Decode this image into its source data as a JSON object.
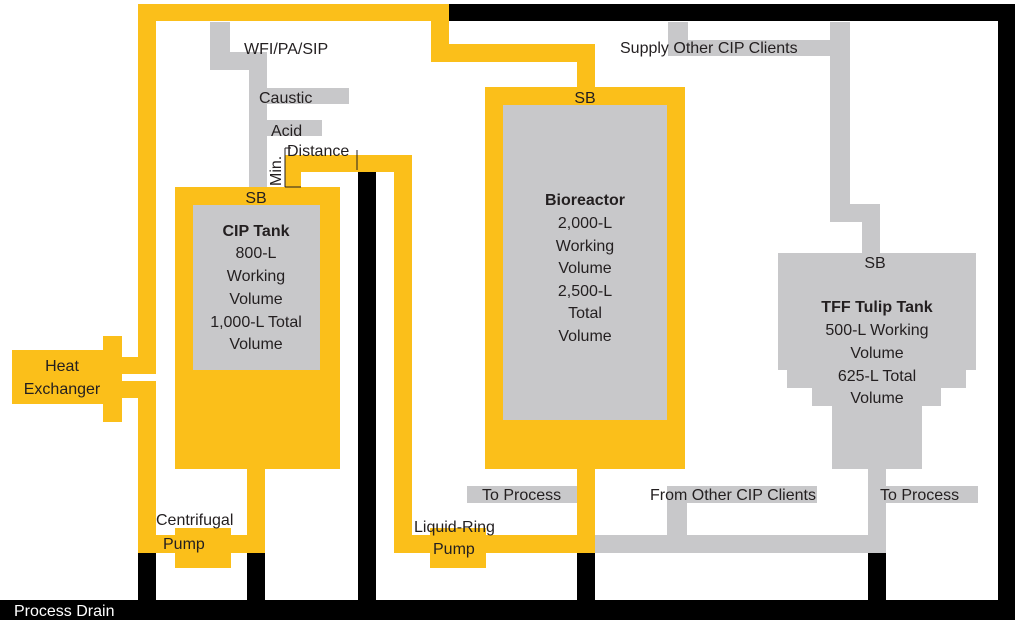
{
  "colors": {
    "process_line": "#fbbf1a",
    "drain_line": "#000000",
    "utility_line": "#c8c8ca",
    "vessel_interior": "#c8c8ca",
    "text": "#231f20"
  },
  "labels": {
    "wfi": "WFI/PA/SIP",
    "caustic": "Caustic",
    "acid": "Acid",
    "min": "Min.",
    "distance": "Distance",
    "supply_other": "Supply Other CIP Clients",
    "from_other": "From Other CIP Clients",
    "to_process_1": "To Process",
    "to_process_2": "To Process",
    "process_drain": "Process Drain",
    "sb_cip": "SB",
    "sb_bioreactor": "SB",
    "sb_tff": "SB"
  },
  "heat_exchanger": {
    "line1": "Heat",
    "line2": "Exchanger"
  },
  "centrifugal_pump": {
    "line1": "Centrifugal",
    "line2": "Pump"
  },
  "liquid_ring_pump": {
    "line1": "Liquid-Ring",
    "line2": "Pump"
  },
  "cip_tank": {
    "title": "CIP Tank",
    "lines": [
      "800-L",
      "Working",
      "Volume",
      "1,000-L Total",
      "Volume"
    ]
  },
  "bioreactor": {
    "title": "Bioreactor",
    "lines": [
      "2,000-L",
      "Working",
      "Volume",
      "2,500-L",
      "Total",
      "Volume"
    ]
  },
  "tff_tank": {
    "title": "TFF Tulip Tank",
    "lines": [
      "500-L Working",
      "Volume",
      "625-L Total",
      "Volume"
    ]
  }
}
